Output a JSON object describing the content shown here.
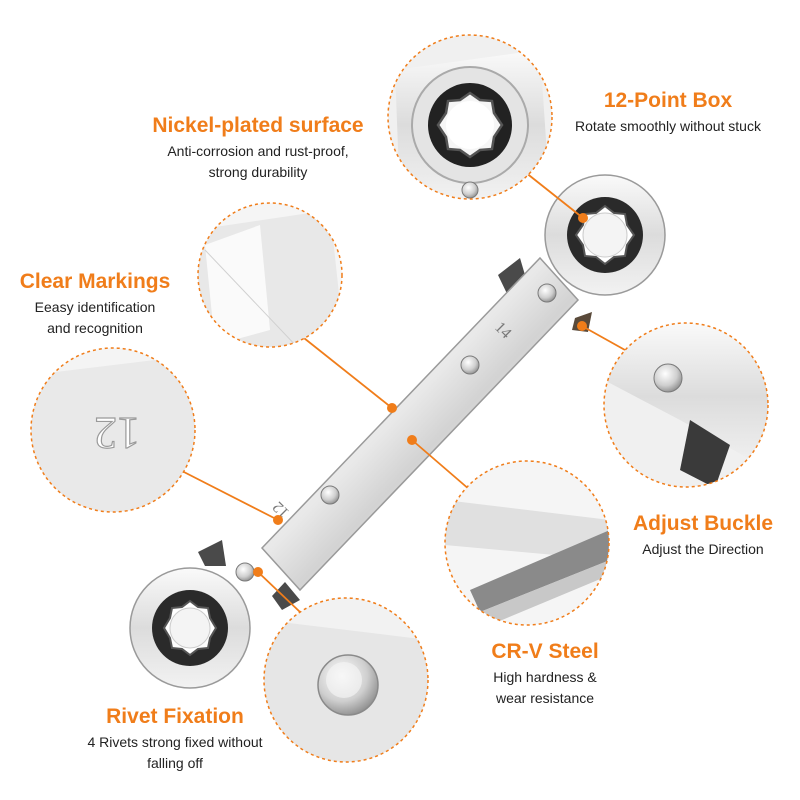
{
  "features": {
    "nickel": {
      "title": "Nickel-plated surface",
      "desc": [
        "Anti-corrosion and rust-proof,",
        "strong durability"
      ]
    },
    "twelve_point": {
      "title": "12-Point Box",
      "desc": [
        "Rotate smoothly without stuck"
      ]
    },
    "markings": {
      "title": "Clear Markings",
      "desc": [
        "Eeasy identification",
        "and recognition"
      ]
    },
    "adjust": {
      "title": "Adjust Buckle",
      "desc": [
        "Adjust the Direction"
      ]
    },
    "crv": {
      "title": "CR-V Steel",
      "desc": [
        "High hardness &",
        "wear resistance"
      ]
    },
    "rivet": {
      "title": "Rivet Fixation",
      "desc": [
        "4 Rivets strong fixed without",
        "falling off"
      ]
    }
  },
  "wrench": {
    "size_large": "14",
    "size_small": "12",
    "size_small_zoom": "12"
  },
  "colors": {
    "accent": "#f07d1a",
    "text": "#222222",
    "metal_light": "#f2f2f2",
    "metal_mid": "#d7d7d7",
    "metal_dark": "#8c8c8c",
    "socket": "#222222"
  }
}
